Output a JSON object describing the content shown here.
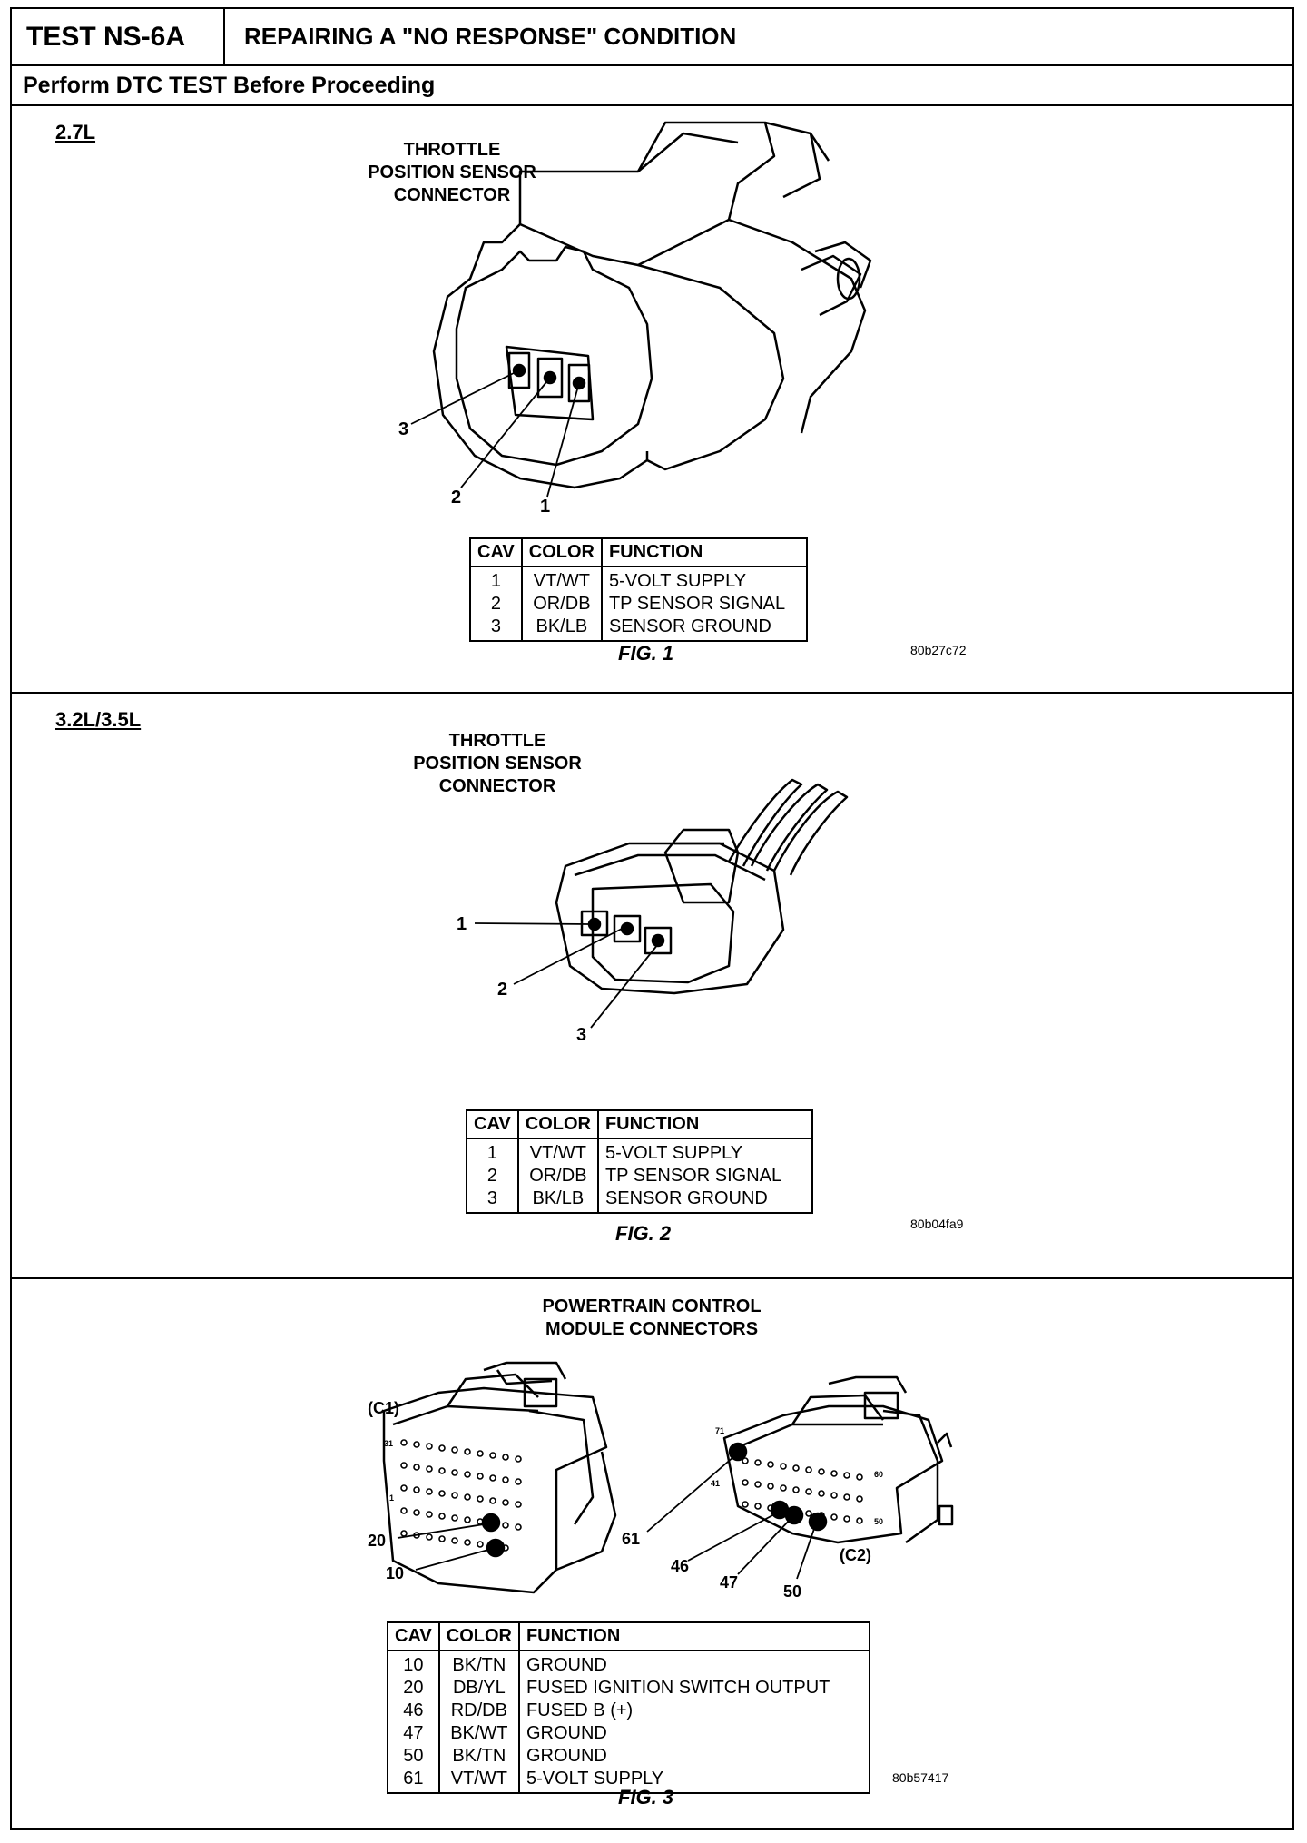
{
  "header": {
    "test_id": "TEST NS-6A",
    "title": "REPAIRING A \"NO RESPONSE\" CONDITION",
    "subtitle": "Perform DTC TEST Before Proceeding"
  },
  "columns": {
    "cav": "CAV",
    "color": "COLOR",
    "function": "FUNCTION"
  },
  "sections": [
    {
      "engine": "2.7L",
      "caption": [
        "THROTTLE",
        "POSITION SENSOR",
        "CONNECTOR"
      ],
      "pin_labels": [
        "1",
        "2",
        "3"
      ],
      "rows": [
        {
          "cav": "1",
          "color": "VT/WT",
          "function": "5-VOLT SUPPLY"
        },
        {
          "cav": "2",
          "color": "OR/DB",
          "function": "TP SENSOR SIGNAL"
        },
        {
          "cav": "3",
          "color": "BK/LB",
          "function": "SENSOR GROUND"
        }
      ],
      "fig": "FIG. 1",
      "code": "80b27c72"
    },
    {
      "engine": "3.2L/3.5L",
      "caption": [
        "THROTTLE",
        "POSITION SENSOR",
        "CONNECTOR"
      ],
      "pin_labels": [
        "1",
        "2",
        "3"
      ],
      "rows": [
        {
          "cav": "1",
          "color": "VT/WT",
          "function": "5-VOLT SUPPLY"
        },
        {
          "cav": "2",
          "color": "OR/DB",
          "function": "TP SENSOR SIGNAL"
        },
        {
          "cav": "3",
          "color": "BK/LB",
          "function": "SENSOR GROUND"
        }
      ],
      "fig": "FIG. 2",
      "code": "80b04fa9"
    },
    {
      "engine": "",
      "caption": [
        "POWERTRAIN CONTROL",
        "MODULE CONNECTORS"
      ],
      "c1": {
        "label": "(C1)",
        "pins": [
          "31",
          "1",
          "20",
          "10"
        ]
      },
      "c2": {
        "label": "(C2)",
        "pins": [
          "71",
          "41",
          "60",
          "50",
          "61",
          "46",
          "47",
          "50"
        ]
      },
      "rows": [
        {
          "cav": "10",
          "color": "BK/TN",
          "function": "GROUND"
        },
        {
          "cav": "20",
          "color": "DB/YL",
          "function": "FUSED IGNITION SWITCH OUTPUT"
        },
        {
          "cav": "46",
          "color": "RD/DB",
          "function": "FUSED B (+)"
        },
        {
          "cav": "47",
          "color": "BK/WT",
          "function": "GROUND"
        },
        {
          "cav": "50",
          "color": "BK/TN",
          "function": "GROUND"
        },
        {
          "cav": "61",
          "color": "VT/WT",
          "function": "5-VOLT SUPPLY"
        }
      ],
      "fig": "FIG. 3",
      "code": "80b57417"
    }
  ]
}
